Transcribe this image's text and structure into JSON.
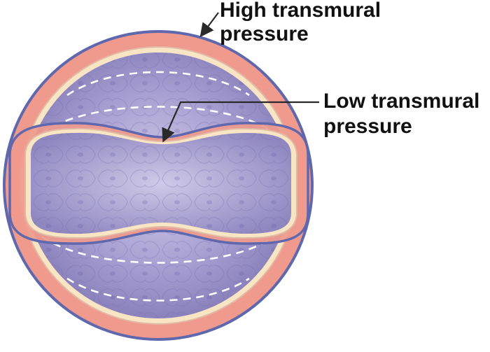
{
  "labels": {
    "high": {
      "line1": "High transmural",
      "line2": "pressure"
    },
    "low": {
      "line1": "Low transmural",
      "line2": "pressure"
    }
  },
  "colors": {
    "wall": "#ef9a8c",
    "wall_edge": "#5f68ad",
    "endothelium": "#f7e5c4",
    "lumen": "#8d84bd",
    "lumen_light": "#c9c3e4",
    "dashed_outline": "#ffffff",
    "arrow": "#2a2a2a",
    "text": "#111111"
  }
}
